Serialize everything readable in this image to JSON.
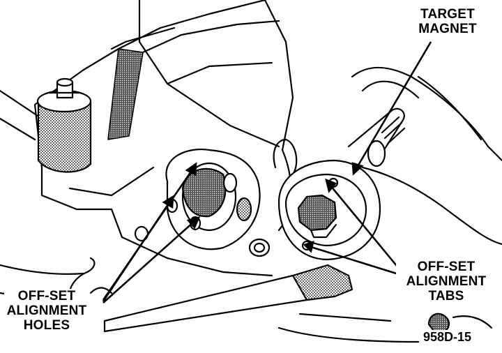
{
  "labels": {
    "target_magnet": [
      "TARGET",
      "MAGNET"
    ],
    "offset_alignment_holes": [
      "OFF-SET",
      "ALIGNMENT",
      "HOLES"
    ],
    "offset_alignment_tabs": [
      "OFF-SET",
      "ALIGNMENT",
      "TABS"
    ]
  },
  "figure_id": "958D-15",
  "colors": {
    "ink": "#000000",
    "paper": "#ffffff",
    "shade": "#555555"
  }
}
